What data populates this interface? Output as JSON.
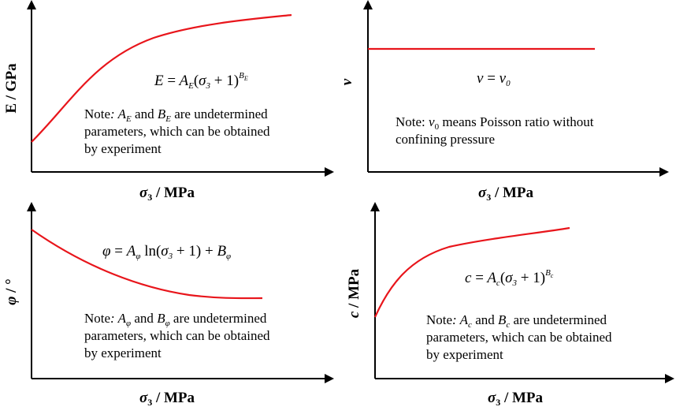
{
  "panels": [
    {
      "id": "E",
      "ylabel": "E / GPa",
      "xlabel": "σ3 / MPa",
      "equation": "E = A_E(σ3 + 1)^{B_E}",
      "note_lines": [
        "Note: A_E and B_E are undetermined",
        "parameters, which can be obtained",
        "by experiment"
      ]
    },
    {
      "id": "v",
      "ylabel": "v",
      "xlabel": "σ3 / MPa",
      "equation": "v = v0",
      "note_lines": [
        "Note: v0 means Poisson ratio without",
        "confining pressure"
      ]
    },
    {
      "id": "phi",
      "ylabel": "φ / °",
      "xlabel": "σ3 / MPa",
      "equation": "φ = A_φ ln(σ3 + 1) + B_φ",
      "note_lines": [
        "Note: A_φ and B_φ are undetermined",
        "parameters, which can be obtained",
        "by experiment"
      ]
    },
    {
      "id": "c",
      "ylabel": "c / MPa",
      "xlabel": "σ3 / MPa",
      "equation": "c = A_c(σ3 + 1)^{B_c}",
      "note_lines": [
        "Note: A_c and B_c are undetermined",
        "parameters, which can be obtained",
        "by experiment"
      ]
    }
  ],
  "colors": {
    "curve": "#e8151b",
    "axis": "#000000"
  }
}
